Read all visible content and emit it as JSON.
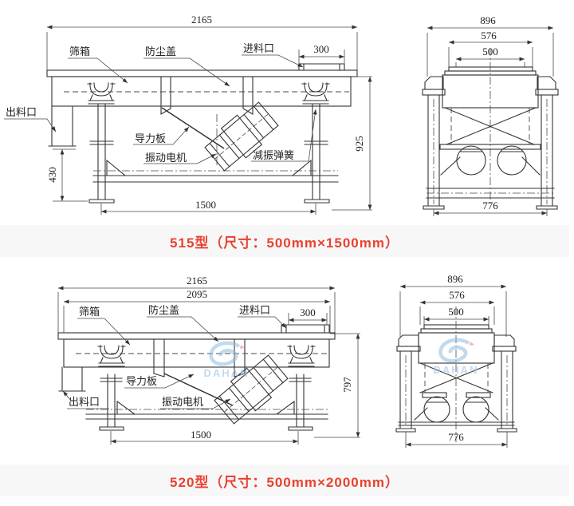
{
  "captions": {
    "model_515": "515型（尺寸：500mm×1500mm）",
    "model_520": "520型（尺寸：500mm×2000mm）"
  },
  "labels": {
    "screen_box": "筛箱",
    "dust_cover": "防尘盖",
    "inlet": "进料口",
    "outlet": "出料口",
    "guide_plate": "导力板",
    "vibration_motor": "振动电机",
    "damping_spring": "减振弹簧"
  },
  "dims_515": {
    "total_length": "2165",
    "inlet_width": "300",
    "overall_width": "896",
    "cover_width": "576",
    "screen_width": "500",
    "total_height": "925",
    "leg_height": "430",
    "base_length": "1500",
    "base_width": "776"
  },
  "dims_520": {
    "total_length": "2165",
    "body_length": "2095",
    "inlet_width": "300",
    "overall_width": "896",
    "cover_width": "576",
    "screen_width": "500",
    "total_height": "797",
    "base_length": "1500",
    "base_width": "776"
  },
  "watermark": {
    "text": "DAHAN"
  },
  "colors": {
    "line": "#333333",
    "caption_text": "#e9422e",
    "caption_bg": "#f7f7f8",
    "watermark": "#9cc3e4"
  }
}
